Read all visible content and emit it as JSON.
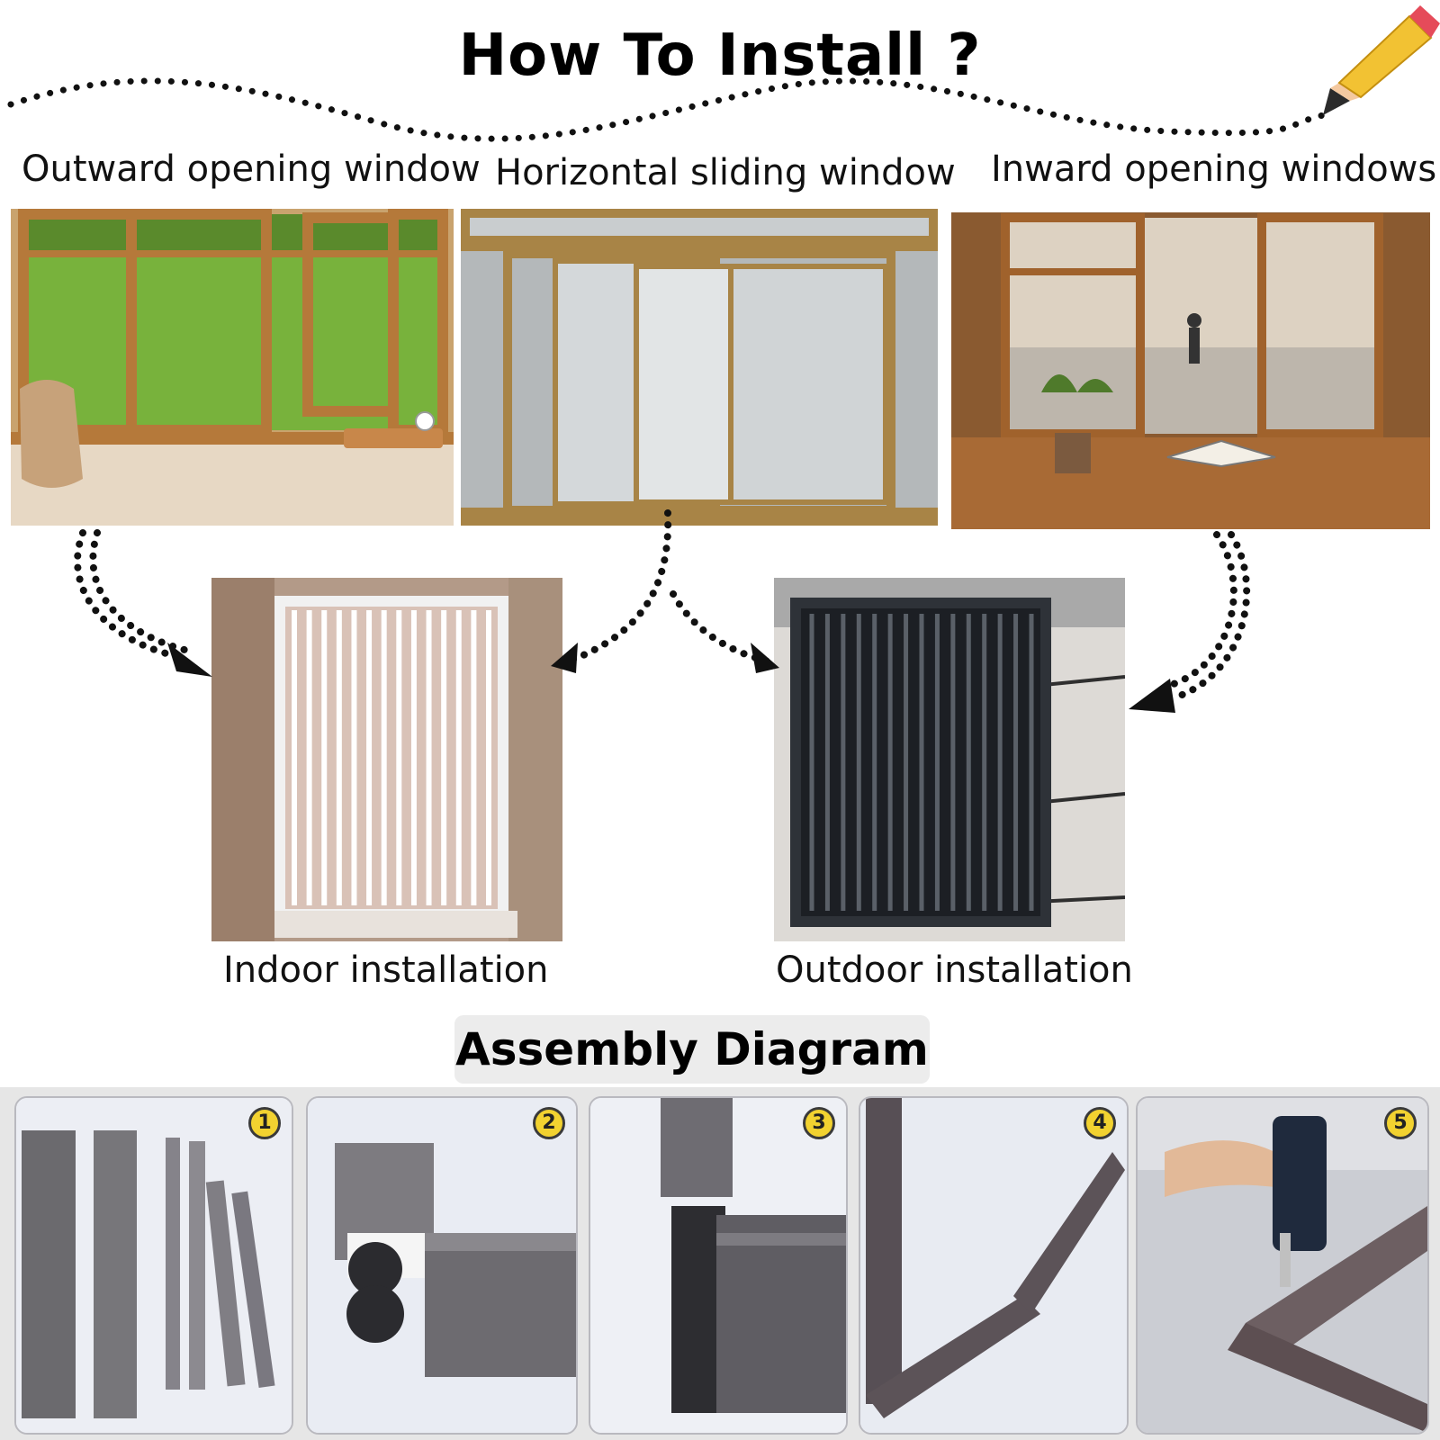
{
  "title": "How To Install ?",
  "window_types": [
    {
      "label": "Outward opening window"
    },
    {
      "label": "Horizontal sliding window"
    },
    {
      "label": "Inward opening windows"
    }
  ],
  "installations": [
    {
      "label": "Indoor installation"
    },
    {
      "label": "Outdoor installation"
    }
  ],
  "assembly": {
    "title": "Assembly Diagram",
    "steps": [
      {
        "number": "1"
      },
      {
        "number": "2"
      },
      {
        "number": "3"
      },
      {
        "number": "4"
      },
      {
        "number": "5"
      }
    ]
  },
  "icons": [
    "pencil-icon",
    "dotted-arrow-icon"
  ],
  "colors": {
    "badge": "#f2d230",
    "frame_wood": "#b5793a",
    "grille_dark": "#2e3238"
  }
}
